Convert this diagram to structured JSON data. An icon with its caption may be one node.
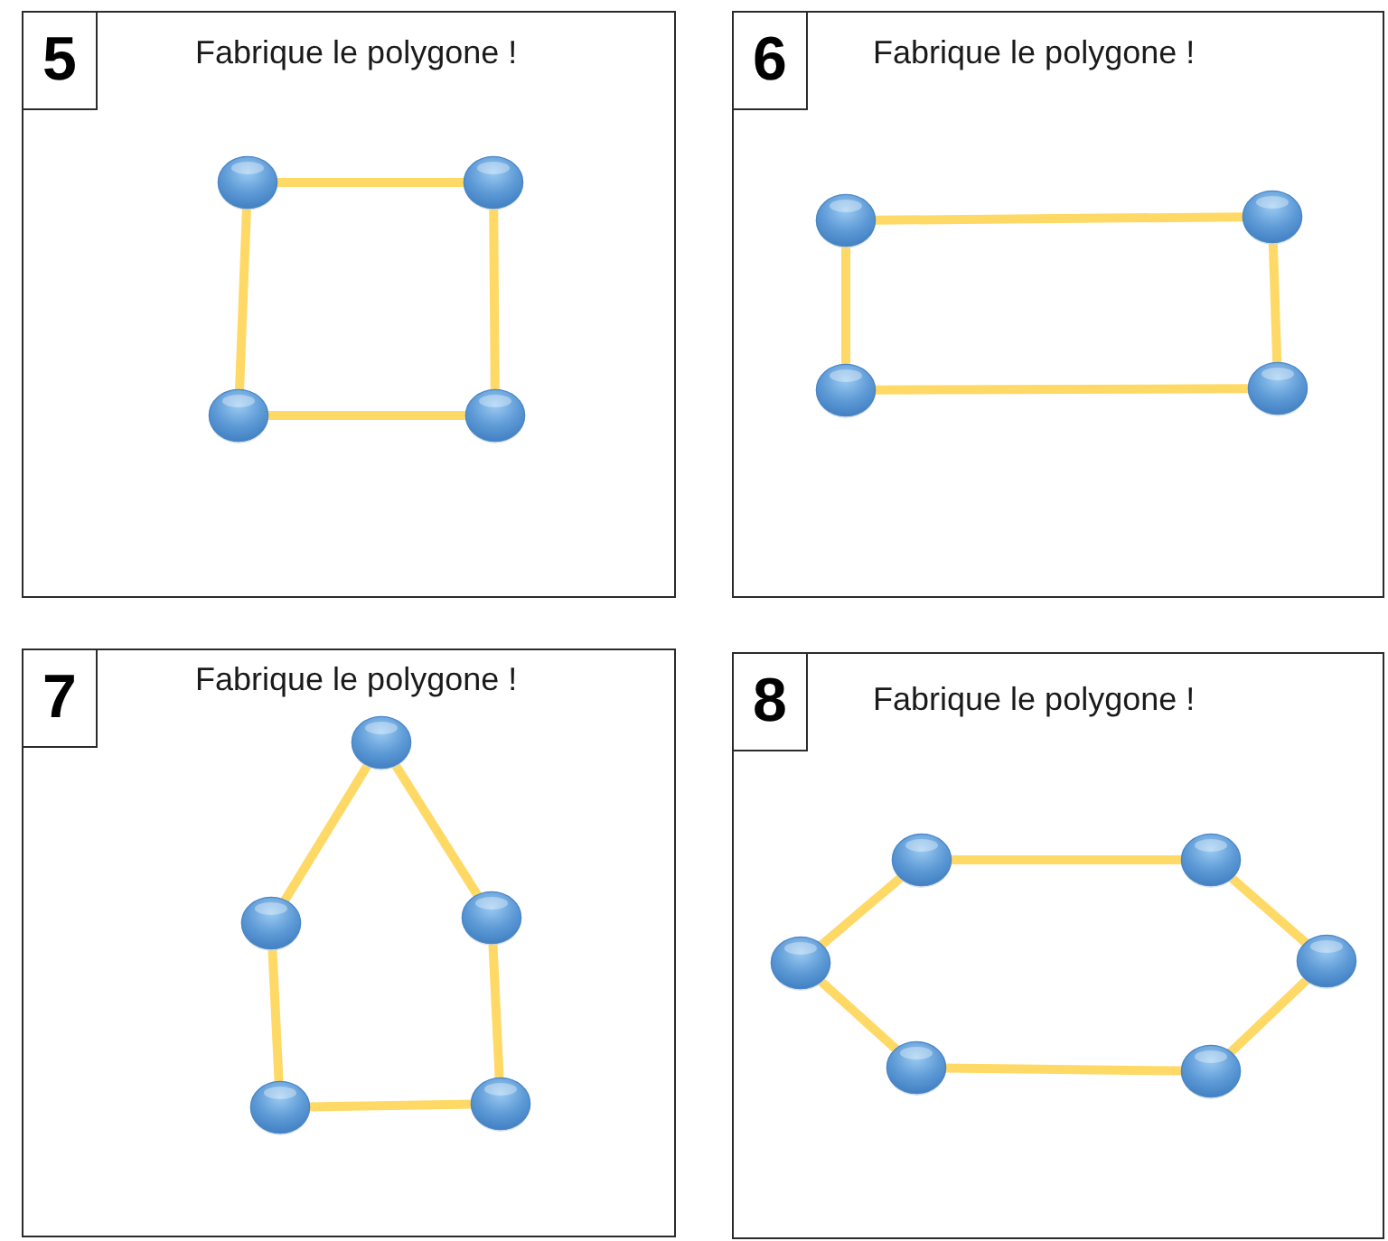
{
  "diagram": {
    "nodes": [
      {
        "text": [
          "Fabrique le polygone !"
        ]
      },
      {
        "text": [
          "5"
        ],
        "in": 0
      },
      {
        "text": [],
        "shape": "circle",
        "in": 0
      },
      {
        "text": [],
        "shape": "circle",
        "in": 0
      },
      {
        "text": [],
        "shape": "circle",
        "in": 0
      },
      {
        "text": [],
        "shape": "circle",
        "in": 0
      },
      {
        "text": [
          "Fabrique le polygone !"
        ]
      },
      {
        "text": [
          "6"
        ],
        "in": 6
      },
      {
        "text": [],
        "shape": "circle",
        "in": 6
      },
      {
        "text": [],
        "shape": "circle",
        "in": 6
      },
      {
        "text": [],
        "shape": "circle",
        "in": 6
      },
      {
        "text": [],
        "shape": "circle",
        "in": 6
      },
      {
        "text": [
          "Fabrique le polygone !"
        ]
      },
      {
        "text": [
          "7"
        ],
        "in": 12
      },
      {
        "text": [],
        "shape": "circle",
        "in": 12
      },
      {
        "text": [],
        "shape": "circle",
        "in": 12
      },
      {
        "text": [],
        "shape": "circle",
        "in": 12
      },
      {
        "text": [],
        "shape": "circle",
        "in": 12
      },
      {
        "text": [],
        "shape": "circle",
        "in": 12
      },
      {
        "text": [
          "Fabrique le polygone !"
        ]
      },
      {
        "text": [
          "8"
        ],
        "in": 19
      },
      {
        "text": [],
        "shape": "circle",
        "in": 19
      },
      {
        "text": [],
        "shape": "circle",
        "in": 19
      },
      {
        "text": [],
        "shape": "circle",
        "in": 19
      },
      {
        "text": [],
        "shape": "circle",
        "in": 19
      },
      {
        "text": [],
        "shape": "circle",
        "in": 19
      },
      {
        "text": [],
        "shape": "circle",
        "in": 19
      }
    ],
    "edges": [
      {
        "from": 2,
        "to": 3,
        "arrow": "none"
      },
      {
        "from": 2,
        "to": 4,
        "arrow": "none"
      },
      {
        "from": 3,
        "to": 5,
        "arrow": "none"
      },
      {
        "from": 4,
        "to": 5,
        "arrow": "none"
      },
      {
        "from": 8,
        "to": 9,
        "arrow": "none"
      },
      {
        "from": 8,
        "to": 10,
        "arrow": "none"
      },
      {
        "from": 9,
        "to": 11,
        "arrow": "none"
      },
      {
        "from": 10,
        "to": 11,
        "arrow": "none"
      },
      {
        "from": 14,
        "to": 15,
        "arrow": "none"
      },
      {
        "from": 14,
        "to": 16,
        "arrow": "none"
      },
      {
        "from": 15,
        "to": 17,
        "arrow": "none"
      },
      {
        "from": 16,
        "to": 18,
        "arrow": "none"
      },
      {
        "from": 17,
        "to": 18,
        "arrow": "none"
      },
      {
        "from": 21,
        "to": 22,
        "arrow": "none"
      },
      {
        "from": 21,
        "to": 23,
        "arrow": "none"
      },
      {
        "from": 22,
        "to": 24,
        "arrow": "none"
      },
      {
        "from": 23,
        "to": 25,
        "arrow": "none"
      },
      {
        "from": 24,
        "to": 26,
        "arrow": "none"
      },
      {
        "from": 25,
        "to": 26,
        "arrow": "none"
      }
    ]
  }
}
